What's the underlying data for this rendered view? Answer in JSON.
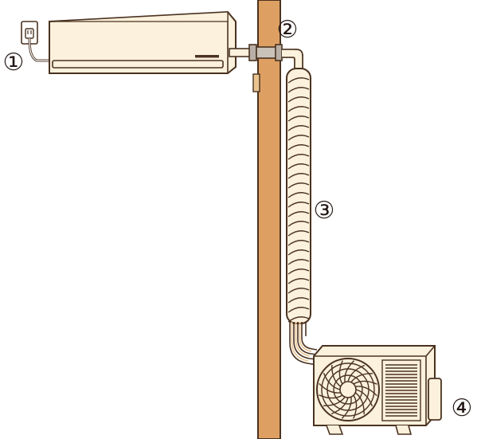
{
  "callouts": [
    {
      "id": "1",
      "text": "①"
    },
    {
      "id": "2",
      "text": "②"
    },
    {
      "id": "3",
      "text": "③"
    },
    {
      "id": "4",
      "text": "④"
    }
  ],
  "colors": {
    "outline": "#4a3220",
    "unit_fill": "#fbf1dc",
    "wall": "#dea062",
    "pipe_cover": "#fbf1dc",
    "label_text": "#231815"
  },
  "icons": {
    "outlet": "power-outlet-icon",
    "fan": "fan-grille-icon"
  }
}
